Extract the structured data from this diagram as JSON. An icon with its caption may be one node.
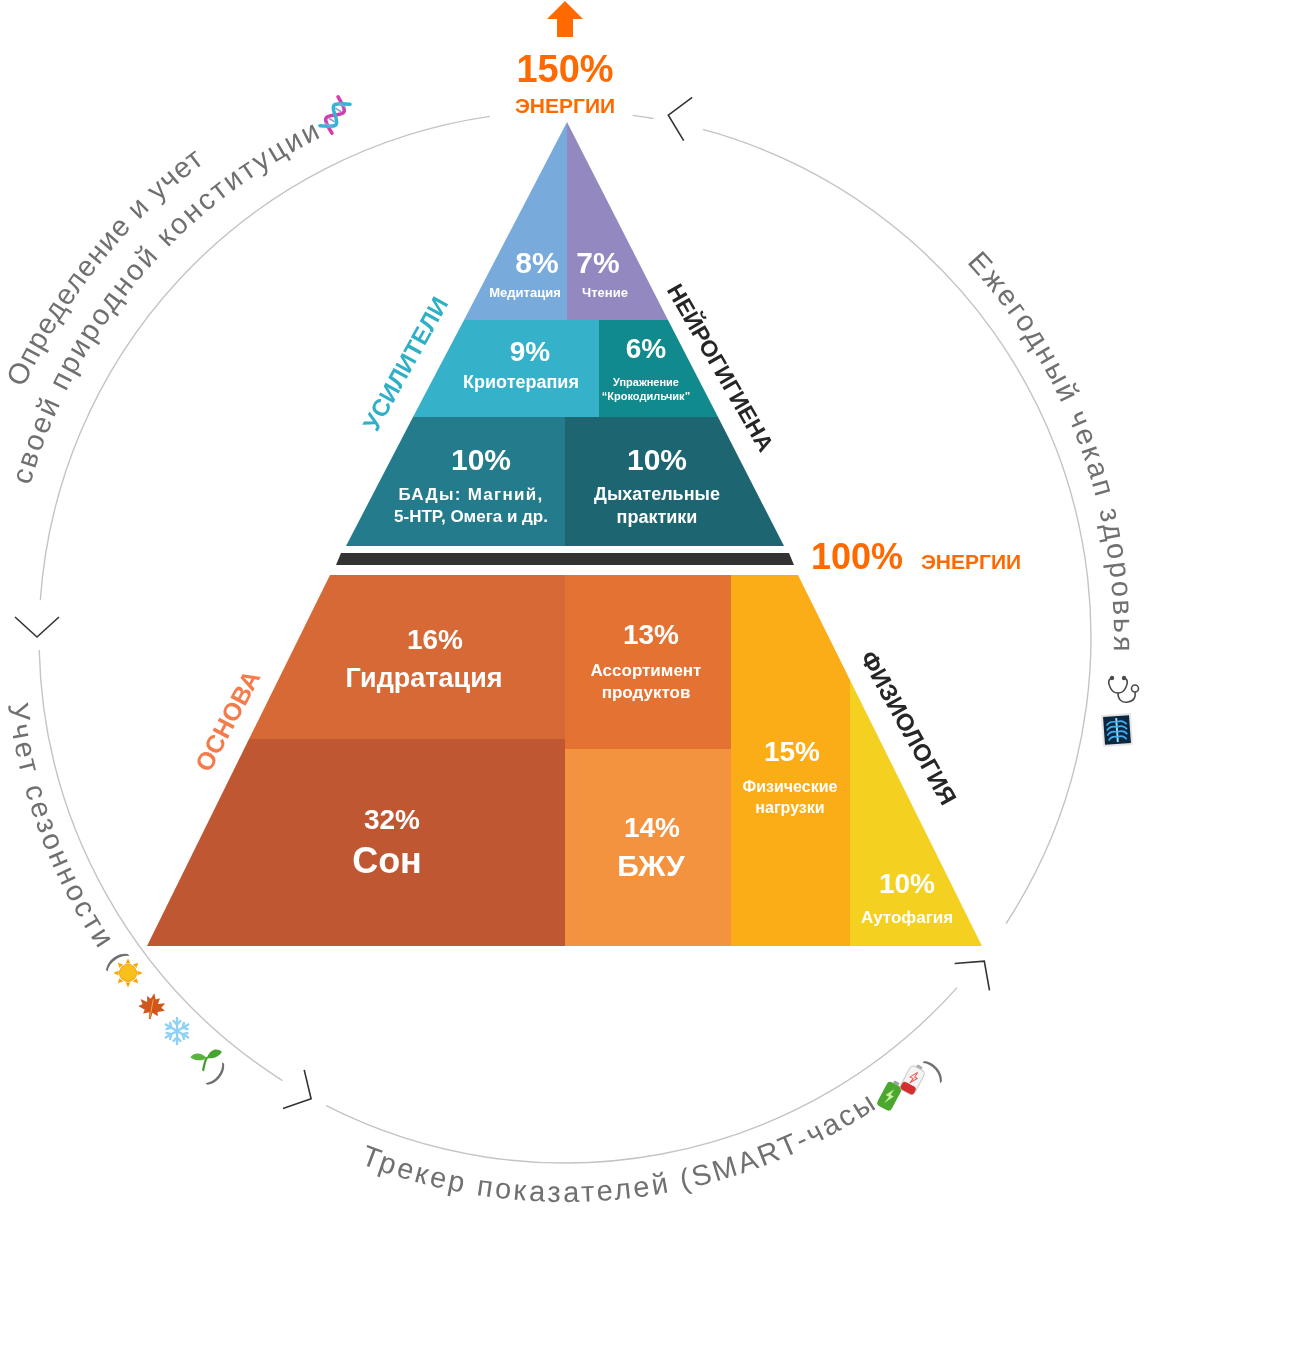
{
  "diagram": {
    "nodes": [
      {
        "text": [
          "8%",
          "Медитация"
        ]
      },
      {
        "text": [
          "7%",
          "Чтение"
        ]
      },
      {
        "text": [
          "9%",
          "Криотерапия"
        ]
      },
      {
        "text": [
          "6%",
          "Упражнение “Крокодильчик”"
        ]
      },
      {
        "text": [
          "10%",
          "БАДы: Магний, 5-HTP, Омега и др."
        ]
      },
      {
        "text": [
          "10%",
          "Дыхательные практики"
        ]
      },
      {
        "text": [
          "16%",
          "Гидратация"
        ]
      },
      {
        "text": [
          "13%",
          "Ассортимент продуктов"
        ]
      },
      {
        "text": [
          "15%",
          "Физические нагрузки"
        ]
      },
      {
        "text": [
          "32%",
          "Сон"
        ]
      },
      {
        "text": [
          "14%",
          "БЖУ"
        ]
      },
      {
        "text": [
          "10%",
          "Аутофагия"
        ]
      }
    ],
    "labels": [
      "150%",
      "ЭНЕРГИИ",
      "Определение и учет",
      "своей природной конституции",
      "Ежегодный чекап здоровья",
      "УСИЛИТЕЛИ",
      "НЕЙРОГИГИЕНА",
      "100%",
      "ЭНЕРГИИ",
      "ОСНОВА",
      "ФИЗИОЛОГИЯ",
      "Учет сезонности (",
      ")",
      "Трекер показателей (SMART-часы",
      ")"
    ]
  }
}
